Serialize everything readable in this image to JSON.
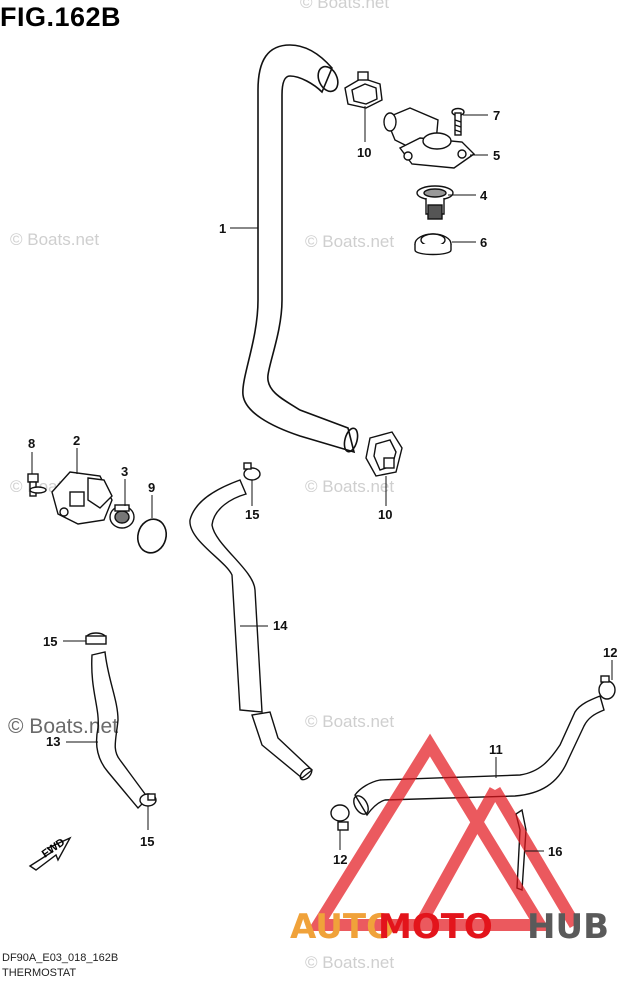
{
  "figure": {
    "title": "FIG.162B",
    "model_code": "DF90A_E03_018_162B",
    "section_name": "THERMOSTAT"
  },
  "watermark_text": "© Boats.net",
  "brand_logo": {
    "part1": "AUTO",
    "part2": "MOTO",
    "part3": "HUB",
    "colors": {
      "auto": "#f0a23a",
      "moto": "#e3141b",
      "hub": "#5a5a5a"
    }
  },
  "fwd_arrow_label": "FWD",
  "callouts": [
    {
      "id": "c1",
      "label": "1"
    },
    {
      "id": "c10a",
      "label": "10"
    },
    {
      "id": "c7",
      "label": "7"
    },
    {
      "id": "c5",
      "label": "5"
    },
    {
      "id": "c4",
      "label": "4"
    },
    {
      "id": "c6",
      "label": "6"
    },
    {
      "id": "c8",
      "label": "8"
    },
    {
      "id": "c2",
      "label": "2"
    },
    {
      "id": "c3",
      "label": "3"
    },
    {
      "id": "c9",
      "label": "9"
    },
    {
      "id": "c15a",
      "label": "15"
    },
    {
      "id": "c10b",
      "label": "10"
    },
    {
      "id": "c14",
      "label": "14"
    },
    {
      "id": "c15b",
      "label": "15"
    },
    {
      "id": "c13",
      "label": "13"
    },
    {
      "id": "c15c",
      "label": "15"
    },
    {
      "id": "c12a",
      "label": "12"
    },
    {
      "id": "c11",
      "label": "11"
    },
    {
      "id": "c16",
      "label": "16"
    },
    {
      "id": "c12b",
      "label": "12"
    }
  ]
}
